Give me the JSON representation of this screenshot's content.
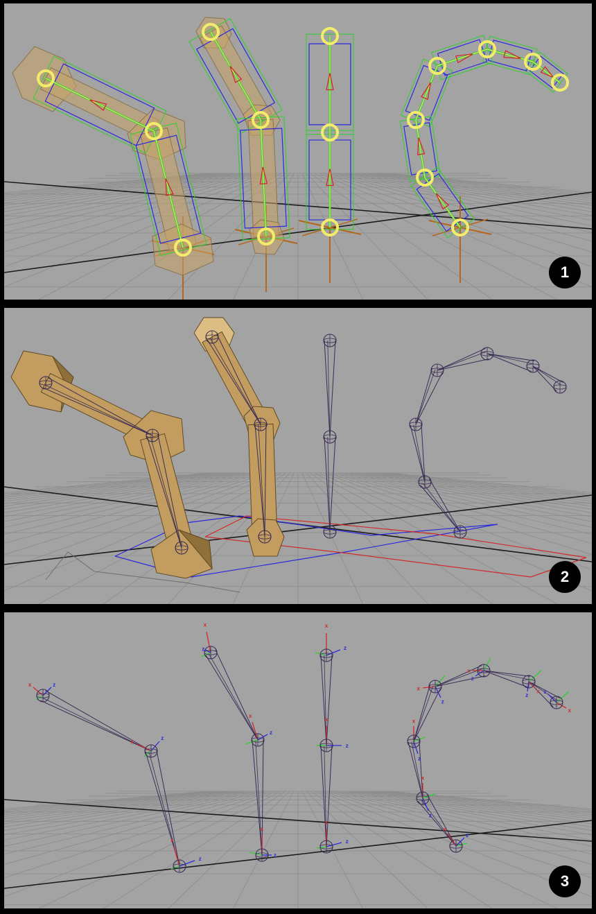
{
  "panels": [
    {
      "badge": "1",
      "view": "joints with proxy geometry, control boxes and orient locators"
    },
    {
      "badge": "2",
      "view": "bound geometry and joint skeletons"
    },
    {
      "badge": "3",
      "view": "joint skeletons with local rotation axes"
    }
  ],
  "axis_labels": {
    "x": "x",
    "z": "z"
  },
  "colors": {
    "viewport_bg": "#a3a3a3",
    "grid": "#8c8c8c",
    "axis_line": "#1a1a1a",
    "joint_highlight": "#f2ec6a",
    "bone_outline": "#3a2d55",
    "control_blue": "#2b2bdc",
    "control_green": "#2ed02e",
    "control_red": "#d02b2b",
    "locator_orange": "#b5661b",
    "proxy_tan": "#c9a468",
    "badge_bg": "#000000",
    "badge_text": "#ffffff"
  }
}
